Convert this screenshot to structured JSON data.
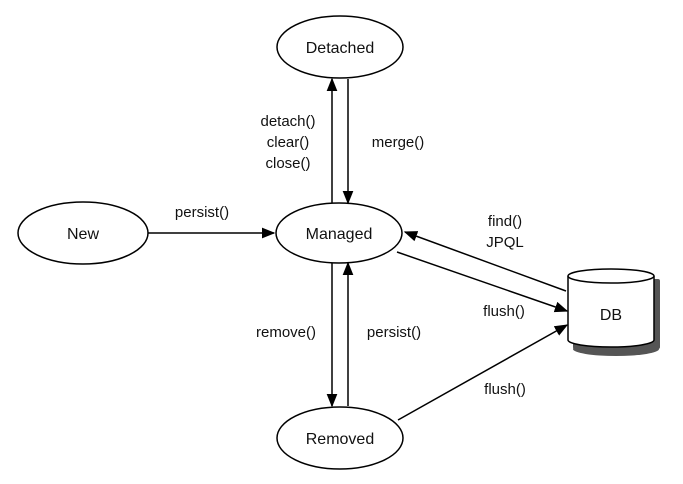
{
  "colors": {
    "stroke": "#000000",
    "background": "#ffffff",
    "text": "#111111"
  },
  "nodes": {
    "detached": "Detached",
    "new": "New",
    "managed": "Managed",
    "removed": "Removed",
    "db": "DB"
  },
  "edges": {
    "detach": "detach()",
    "clear": "clear()",
    "close": "close()",
    "merge": "merge()",
    "persist_new": "persist()",
    "find": "find()",
    "jpql": "JPQL",
    "flush_managed": "flush()",
    "remove": "remove()",
    "persist_removed": "persist()",
    "flush_removed": "flush()"
  }
}
